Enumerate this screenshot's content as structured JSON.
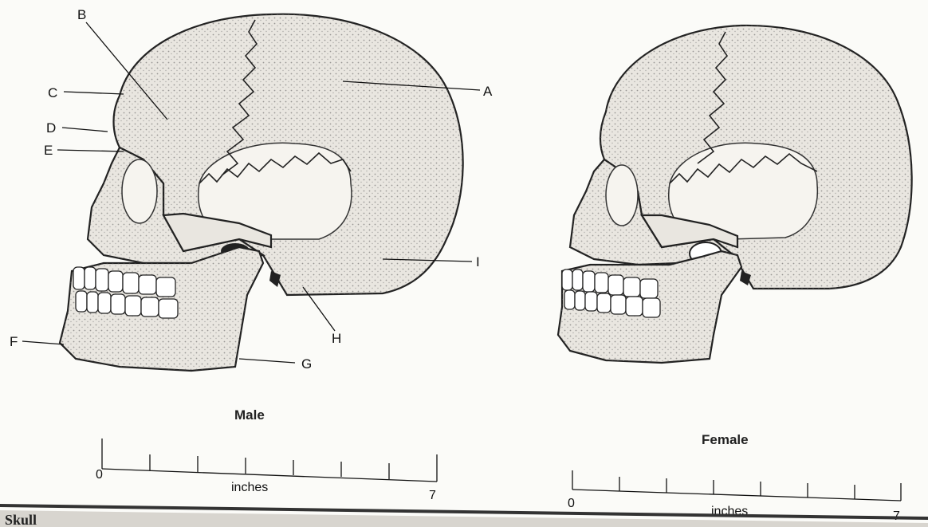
{
  "labels": {
    "A": "A",
    "B": "B",
    "C": "C",
    "D": "D",
    "E": "E",
    "F": "F",
    "G": "G",
    "H": "H",
    "I": "I"
  },
  "captions": {
    "male": "Male",
    "female": "Female"
  },
  "scale": {
    "start": "0",
    "end": "7",
    "unit": "inches"
  },
  "footer": {
    "text": "Skull"
  }
}
